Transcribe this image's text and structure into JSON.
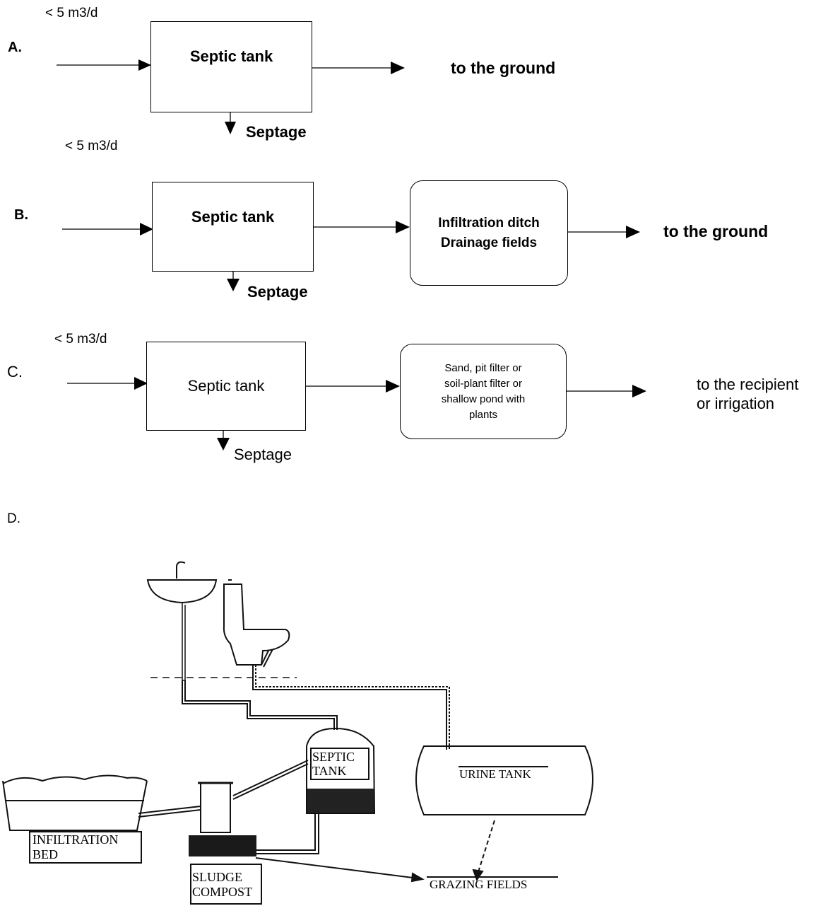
{
  "diagram_a": {
    "section_label": "A.",
    "flow_label": "< 5 m3/d",
    "tank_label": "Septic tank",
    "output_label": "to the ground",
    "sludge_label": "Septage"
  },
  "diagram_b": {
    "section_label": "B.",
    "flow_label": "< 5 m3/d",
    "tank_label": "Septic tank",
    "treatment_line1": "Infiltration ditch",
    "treatment_line2": "Drainage  fields",
    "output_label": "to the ground",
    "sludge_label": "Septage"
  },
  "diagram_c": {
    "section_label": "C.",
    "flow_label": "< 5 m3/d",
    "tank_label": "Septic tank",
    "treatment_line1": "Sand, pit  filter or",
    "treatment_line2": "soil-plant filter or",
    "treatment_line3": "shallow pond with",
    "treatment_line4": "plants",
    "output_line1": "to the recipient",
    "output_line2": "or irrigation",
    "sludge_label": "Septage"
  },
  "diagram_d": {
    "section_label": "D.",
    "septic_tank_line1": "SEPTIC",
    "septic_tank_line2": "TANK",
    "urine_tank_label": "URINE TANK",
    "infiltration_line1": "INFILTRATION",
    "infiltration_line2": "BED",
    "sludge_line1": "SLUDGE",
    "sludge_line2": "COMPOST",
    "grazing_label": "GRAZING FIELDS"
  }
}
